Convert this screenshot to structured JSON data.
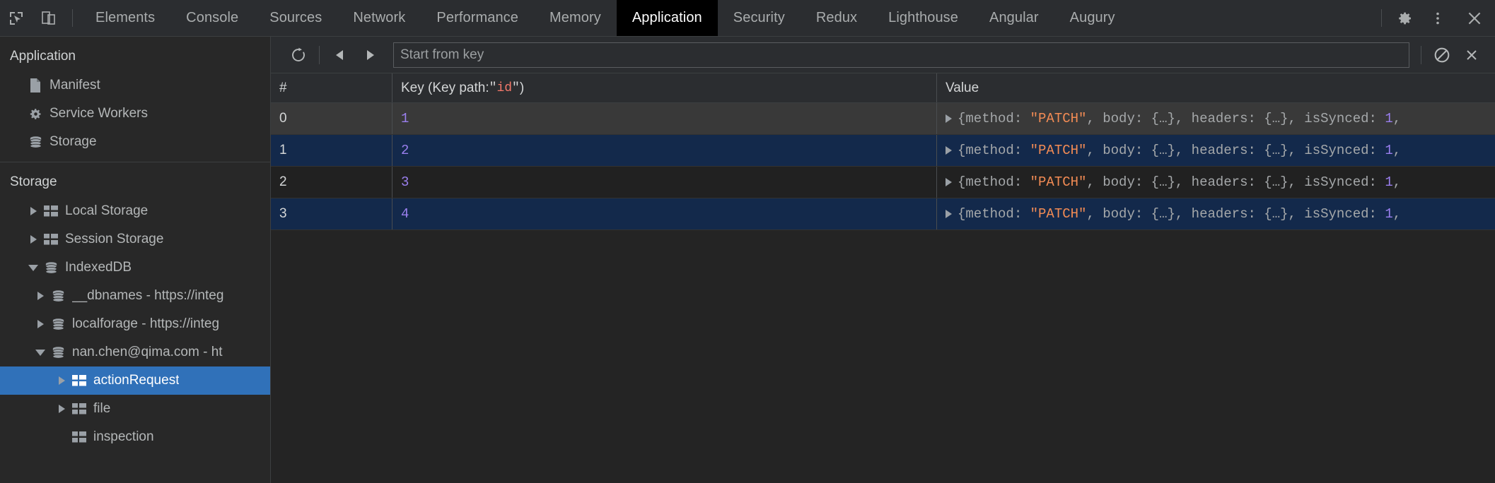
{
  "toolbar": {
    "inspect_icon": "inspect-cursor-icon",
    "device_icon": "device-toolbar-icon",
    "tabs": [
      {
        "label": "Elements",
        "active": false
      },
      {
        "label": "Console",
        "active": false
      },
      {
        "label": "Sources",
        "active": false
      },
      {
        "label": "Network",
        "active": false
      },
      {
        "label": "Performance",
        "active": false
      },
      {
        "label": "Memory",
        "active": false
      },
      {
        "label": "Application",
        "active": true
      },
      {
        "label": "Security",
        "active": false
      },
      {
        "label": "Redux",
        "active": false
      },
      {
        "label": "Lighthouse",
        "active": false
      },
      {
        "label": "Angular",
        "active": false
      },
      {
        "label": "Augury",
        "active": false
      }
    ],
    "settings_icon": "gear-icon",
    "more_icon": "three-dots-vertical-icon",
    "close_icon": "close-x-icon"
  },
  "sidebar": {
    "application_section": {
      "title": "Application",
      "items": [
        {
          "label": "Manifest",
          "icon": "document-icon"
        },
        {
          "label": "Service Workers",
          "icon": "gear-icon"
        },
        {
          "label": "Storage",
          "icon": "database-icon"
        }
      ]
    },
    "storage_section": {
      "title": "Storage",
      "items": [
        {
          "label": "Local Storage",
          "icon": "table-icon",
          "twisty": "collapsed",
          "indent": 1,
          "selected": false
        },
        {
          "label": "Session Storage",
          "icon": "table-icon",
          "twisty": "collapsed",
          "indent": 1,
          "selected": false
        },
        {
          "label": "IndexedDB",
          "icon": "database-icon",
          "twisty": "expanded",
          "indent": 1,
          "selected": false
        },
        {
          "label": "__dbnames - https://integ",
          "icon": "database-icon",
          "twisty": "collapsed",
          "indent": 2,
          "selected": false
        },
        {
          "label": "localforage - https://integ",
          "icon": "database-icon",
          "twisty": "collapsed",
          "indent": 2,
          "selected": false
        },
        {
          "label": "nan.chen@qima.com - ht",
          "icon": "database-icon",
          "twisty": "expanded",
          "indent": 2,
          "selected": false
        },
        {
          "label": "actionRequest",
          "icon": "table-icon",
          "twisty": "collapsed",
          "indent": 3,
          "selected": true
        },
        {
          "label": "file",
          "icon": "table-icon",
          "twisty": "collapsed",
          "indent": 3,
          "selected": false
        },
        {
          "label": "inspection",
          "icon": "table-icon",
          "twisty": "none",
          "indent": 3,
          "selected": false
        }
      ]
    }
  },
  "idb_toolbar": {
    "refresh_icon": "refresh-icon",
    "prev_icon": "previous-page-icon",
    "next_icon": "next-page-icon",
    "start_from_key_placeholder": "Start from key",
    "start_from_key_value": "",
    "clear_icon": "clear-object-store-icon",
    "delete_icon": "delete-selected-icon"
  },
  "grid": {
    "columns": {
      "index": "#",
      "key_prefix": "Key (Key path: ",
      "key_path": "id",
      "key_suffix": ")",
      "value": "Value"
    },
    "rows": [
      {
        "index": "0",
        "key": "1",
        "selected": false,
        "value": {
          "open": "{",
          "k1": "method: ",
          "v1": "\"PATCH\"",
          "k2": ", body: {…}, headers: {…}, isSynced: ",
          "v2": "1",
          "tail": ","
        }
      },
      {
        "index": "1",
        "key": "2",
        "selected": true,
        "value": {
          "open": "{",
          "k1": "method: ",
          "v1": "\"PATCH\"",
          "k2": ", body: {…}, headers: {…}, isSynced: ",
          "v2": "1",
          "tail": ","
        }
      },
      {
        "index": "2",
        "key": "3",
        "selected": false,
        "value": {
          "open": "{",
          "k1": "method: ",
          "v1": "\"PATCH\"",
          "k2": ", body: {…}, headers: {…}, isSynced: ",
          "v2": "1",
          "tail": ","
        }
      },
      {
        "index": "3",
        "key": "4",
        "selected": true,
        "value": {
          "open": "{",
          "k1": "method: ",
          "v1": "\"PATCH\"",
          "k2": ", body: {…}, headers: {…}, isSynced: ",
          "v2": "1",
          "tail": ","
        }
      }
    ]
  },
  "colors": {
    "accent_selection": "#3071b9",
    "row_selection": "#13294b",
    "string_token": "#f28b54",
    "number_token": "#9a7fee",
    "keypath_token": "#f4796b"
  }
}
